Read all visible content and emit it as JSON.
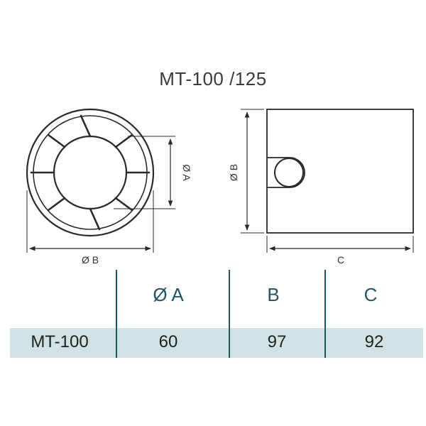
{
  "title": "MT-100 /125",
  "front_view": {
    "dim_a_label": "Ø A",
    "dim_b_label": "Ø B"
  },
  "side_view": {
    "dim_b_label": "Ø B",
    "dim_c_label": "C"
  },
  "table": {
    "headers": [
      "Ø A",
      "B",
      "C"
    ],
    "rows": [
      {
        "model": "MT-100",
        "values": [
          "60",
          "97",
          "92"
        ]
      }
    ]
  },
  "colors": {
    "accent": "#1f5766",
    "row_background": "#cfe2e4",
    "line": "#2a2a2a"
  }
}
